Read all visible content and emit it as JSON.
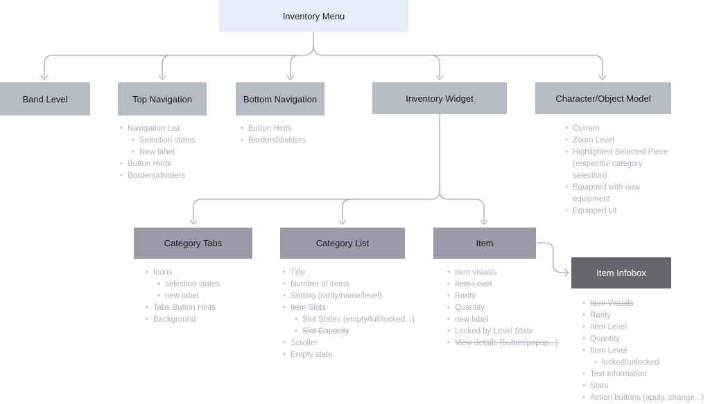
{
  "nodes": {
    "root": "Inventory Menu",
    "band_level": "Band Level",
    "top_navigation": "Top Navigation",
    "bottom_navigation": "Bottom Navigation",
    "inventory_widget": "Inventory Widget",
    "character_model": "Character/Object Model",
    "category_tabs": "Category Tabs",
    "category_list": "Category List",
    "item": "Item",
    "item_infobox": "Item Infobox"
  },
  "lists": {
    "top_navigation": [
      {
        "text": "Navigation List",
        "level": 0
      },
      {
        "text": "Selection states",
        "level": 1
      },
      {
        "text": "New label",
        "level": 1
      },
      {
        "text": "Button Hints",
        "level": 0
      },
      {
        "text": "Borders/dividers",
        "level": 0
      }
    ],
    "bottom_navigation": [
      {
        "text": "Button Hints",
        "level": 0
      },
      {
        "text": "Borders/dividers",
        "level": 0
      }
    ],
    "character_model": [
      {
        "text": "Current",
        "level": 0
      },
      {
        "text": "Zoom Level",
        "level": 0
      },
      {
        "text": "Highlighted Selected Piece (respectful category selection)",
        "level": 0,
        "wrap": true
      },
      {
        "text": "Equipped with new equipment",
        "level": 0,
        "wrap": true
      },
      {
        "text": "Equipped UI",
        "level": 0
      }
    ],
    "category_tabs": [
      {
        "text": "Icons",
        "level": 0
      },
      {
        "text": "selection states",
        "level": 1
      },
      {
        "text": "new label",
        "level": 1
      },
      {
        "text": "Tabs Button Hints",
        "level": 0
      },
      {
        "text": "Background",
        "level": 0
      }
    ],
    "category_list": [
      {
        "text": "Title",
        "level": 0
      },
      {
        "text": "Number of items",
        "level": 0
      },
      {
        "text": "Sorting (rarity/name/level)",
        "level": 0
      },
      {
        "text": "Item Slots",
        "level": 0
      },
      {
        "text": "Slot States (empty/full/locked...)",
        "level": 1
      },
      {
        "text": "Slot Capacity",
        "level": 1,
        "strike": true
      },
      {
        "text": "Scroller",
        "level": 0
      },
      {
        "text": "Empty state",
        "level": 0
      }
    ],
    "item": [
      {
        "text": "Item visuals",
        "level": 0
      },
      {
        "text": "Item Level",
        "level": 0,
        "strike": true
      },
      {
        "text": "Rarity",
        "level": 0
      },
      {
        "text": "Quantity",
        "level": 0
      },
      {
        "text": "new label",
        "level": 0
      },
      {
        "text": "Locked by Level State",
        "level": 0
      },
      {
        "text": "View details (button/popup...)",
        "level": 0,
        "strike": true
      }
    ],
    "item_infobox": [
      {
        "text": "Item Visuals",
        "level": 0,
        "strike": true
      },
      {
        "text": "Rarity",
        "level": 0
      },
      {
        "text": "Item Level",
        "level": 0
      },
      {
        "text": "Quantity",
        "level": 0
      },
      {
        "text": "Item Level",
        "level": 0
      },
      {
        "text": "locked/unlocked",
        "level": 1
      },
      {
        "text": "Text Information",
        "level": 0
      },
      {
        "text": "Stats",
        "level": 0
      },
      {
        "text": "Action buttons (apply, change...)",
        "level": 0
      }
    ]
  },
  "colors": {
    "root": "#e6eef9",
    "level1": "#b6bcc6",
    "level2": "#9a9aaa",
    "level3": "#67666f",
    "connector": "#a6a9ae",
    "list_text": "#aeb3bb"
  }
}
